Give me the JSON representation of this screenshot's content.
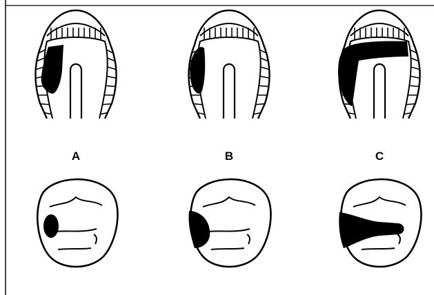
{
  "panels": [
    {
      "id": "a",
      "label": "A"
    },
    {
      "id": "b",
      "label": "B"
    },
    {
      "id": "c",
      "label": "C"
    }
  ],
  "colors": {
    "ink": "#000000",
    "background": "#ffffff"
  }
}
